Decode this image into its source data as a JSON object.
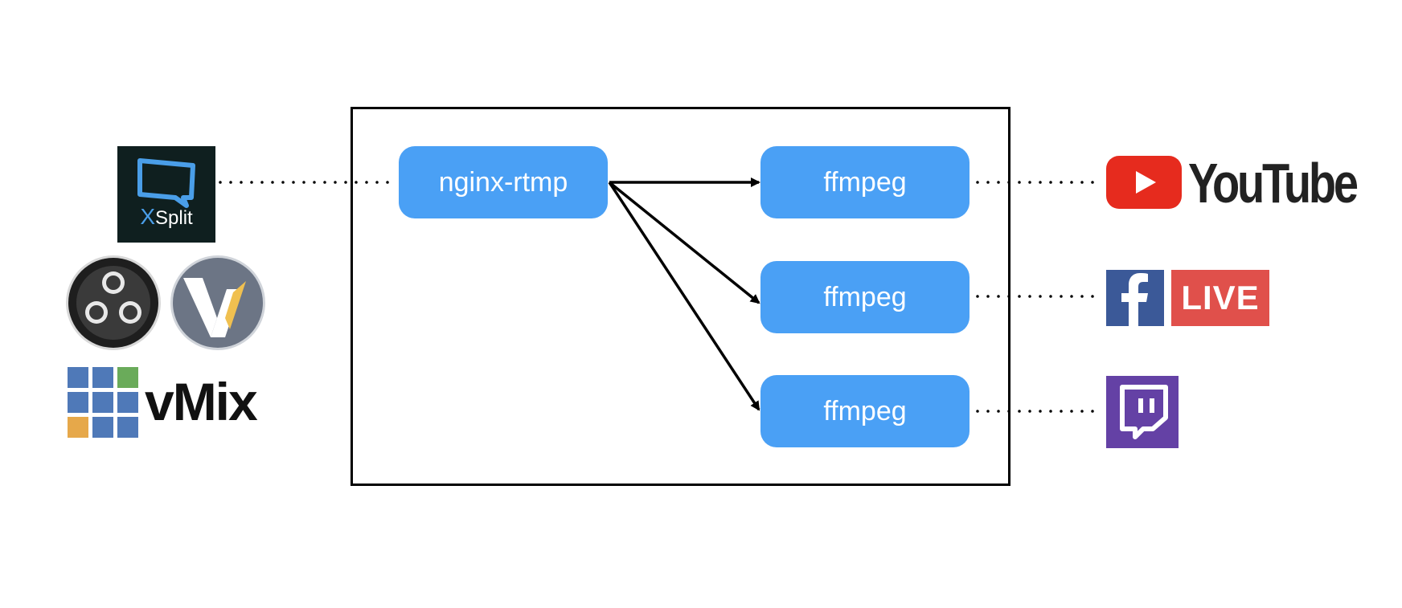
{
  "server": {
    "input_node": "nginx-rtmp",
    "output_nodes": [
      "ffmpeg",
      "ffmpeg",
      "ffmpeg"
    ]
  },
  "sources": {
    "xsplit": {
      "label": "Split",
      "label_initial": "X"
    },
    "obs": {
      "icon": "obs-studio-icon"
    },
    "wirecast": {
      "icon": "wirecast-icon"
    },
    "vmix": {
      "label": "vMix"
    }
  },
  "destinations": {
    "youtube": {
      "label": "YouTube",
      "color": "#e62b1e"
    },
    "facebook_live": {
      "label": "LIVE",
      "color": "#e0504b",
      "fb_color": "#3b5998"
    },
    "twitch": {
      "icon": "twitch-icon",
      "color": "#6441a5"
    }
  },
  "colors": {
    "node": "#4aa0f5"
  }
}
